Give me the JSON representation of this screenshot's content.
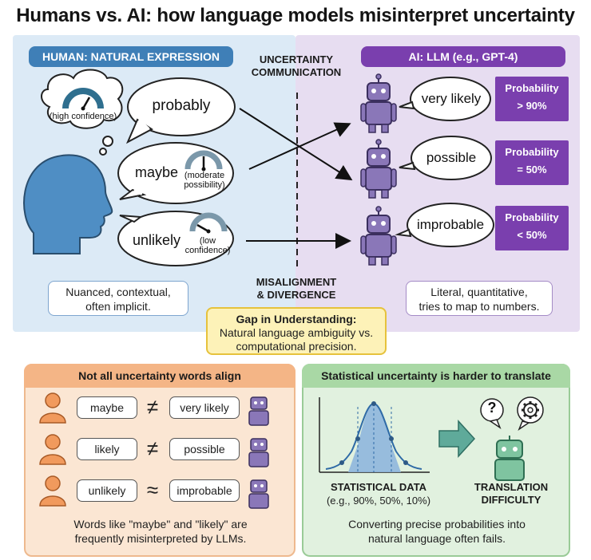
{
  "title": "Humans vs. AI: how language models misinterpret uncertainty",
  "human_panel": {
    "header": "HUMAN: NATURAL EXPRESSION",
    "thought_gauge_label": "(high confidence)",
    "bubbles": [
      {
        "word": "probably"
      },
      {
        "word": "maybe",
        "gauge_label": "(moderate possibility)",
        "gauge_line1": "(moderate",
        "gauge_line2": "possibility)"
      },
      {
        "word": "unlikely",
        "gauge_label": "(low confidence)",
        "gauge_line1": "(low",
        "gauge_line2": "confidence)"
      }
    ],
    "note": "Nuanced, contextual, often implicit.",
    "note_line1": "Nuanced, contextual,",
    "note_line2": "often implicit."
  },
  "center": {
    "top_line1": "UNCERTAINTY",
    "top_line2": "COMMUNICATION",
    "bottom_line1": "MISALIGNMENT",
    "bottom_line2": "& DIVERGENCE",
    "gap_title": "Gap in Understanding:",
    "gap_line1": "Natural language ambiguity vs.",
    "gap_line2": "computational precision."
  },
  "ai_panel": {
    "header": "AI: LLM (e.g., GPT-4)",
    "outputs": [
      {
        "word": "very likely",
        "prob_label": "Probability",
        "prob_value": "> 90%"
      },
      {
        "word": "possible",
        "prob_label": "Probability",
        "prob_value": "= 50%"
      },
      {
        "word": "improbable",
        "prob_label": "Probability",
        "prob_value": "< 50%"
      }
    ],
    "note_line1": "Literal, quantitative,",
    "note_line2": "tries to map to numbers."
  },
  "bottom_left": {
    "header": "Not all uncertainty words align",
    "rows": [
      {
        "human": "maybe",
        "symbol": "≠",
        "ai": "very likely"
      },
      {
        "human": "likely",
        "symbol": "≠",
        "ai": "possible"
      },
      {
        "human": "unlikely",
        "symbol": "≈",
        "ai": "improbable"
      }
    ],
    "caption_line1": "Words like \"maybe\" and \"likely\" are",
    "caption_line2": "frequently misinterpreted by LLMs."
  },
  "bottom_right": {
    "header": "Statistical uncertainty is harder to translate",
    "stat_label": "STATISTICAL DATA",
    "stat_sub": "(e.g., 90%, 50%, 10%)",
    "question_mark": "?",
    "trans_line1": "TRANSLATION",
    "trans_line2": "DIFFICULTY",
    "caption_line1": "Converting precise probabilities into",
    "caption_line2": "natural language often fails."
  },
  "colors": {
    "human_blue": "#3f7fb7",
    "ai_purple": "#7a3fae",
    "gauge_teal": "#2f6f8f",
    "robot": "#8a77b8",
    "orange": "#f4b586",
    "green": "#a9d8a5"
  }
}
